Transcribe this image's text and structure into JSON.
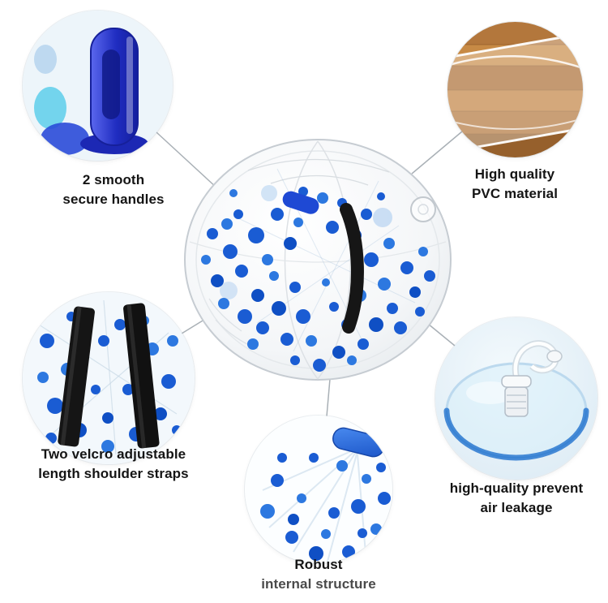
{
  "callouts": {
    "handles": {
      "line1": "2 smooth",
      "line2": "secure handles"
    },
    "pvc": {
      "line1": "High quality",
      "line2": "PVC material"
    },
    "straps": {
      "line1": "Two velcro adjustable",
      "line2": "length shoulder straps"
    },
    "internal": {
      "line1": "Robust",
      "line2": "internal structure"
    },
    "valve": {
      "line1": "high-quality prevent",
      "line2": "air leakage"
    }
  },
  "colors": {
    "dot_blue": "#1a5cd3",
    "dot_blue_light": "#2d78e0",
    "handle_blue": "#2433cc",
    "strap_black": "#161616",
    "wood_brown": "#b5793f",
    "bowl_rim_blue": "#2a78d0",
    "text": "#141414",
    "background": "#ffffff"
  }
}
